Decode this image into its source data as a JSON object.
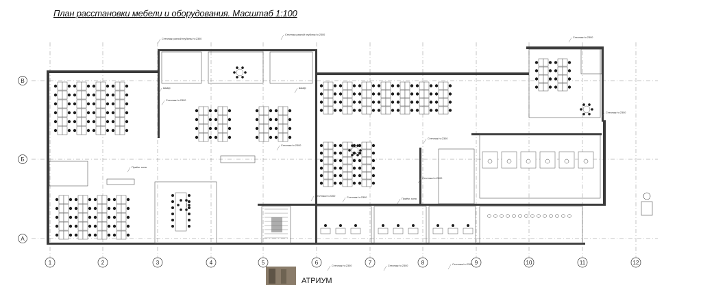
{
  "title": "План расстановки мебели и оборудования. Масштаб 1:100",
  "row_axes": [
    "В",
    "Б",
    "А"
  ],
  "column_axes": [
    "1",
    "2",
    "3",
    "4",
    "5",
    "6",
    "7",
    "8",
    "9",
    "10",
    "11",
    "12"
  ],
  "atrium_label": "АТРИУМ",
  "annotations": [
    "Стеллаж разной глубины h=2300",
    "Стеллаж разной глубины h=2300",
    "Стеллаж h=2300",
    "Шкаф",
    "Шкаф",
    "Стеллаж h=2300",
    "Стеллаж h=2300",
    "Стеллаж h=2300",
    "Стеллаж h=2300",
    "Стеллаж h=2300",
    "Стеллаж h=2300",
    "Стеллаж h=2300",
    "Приём. зона",
    "Приём. зона",
    "Стеллаж h=2300",
    "Стеллаж h=2300",
    "Стеллаж h=2300"
  ]
}
